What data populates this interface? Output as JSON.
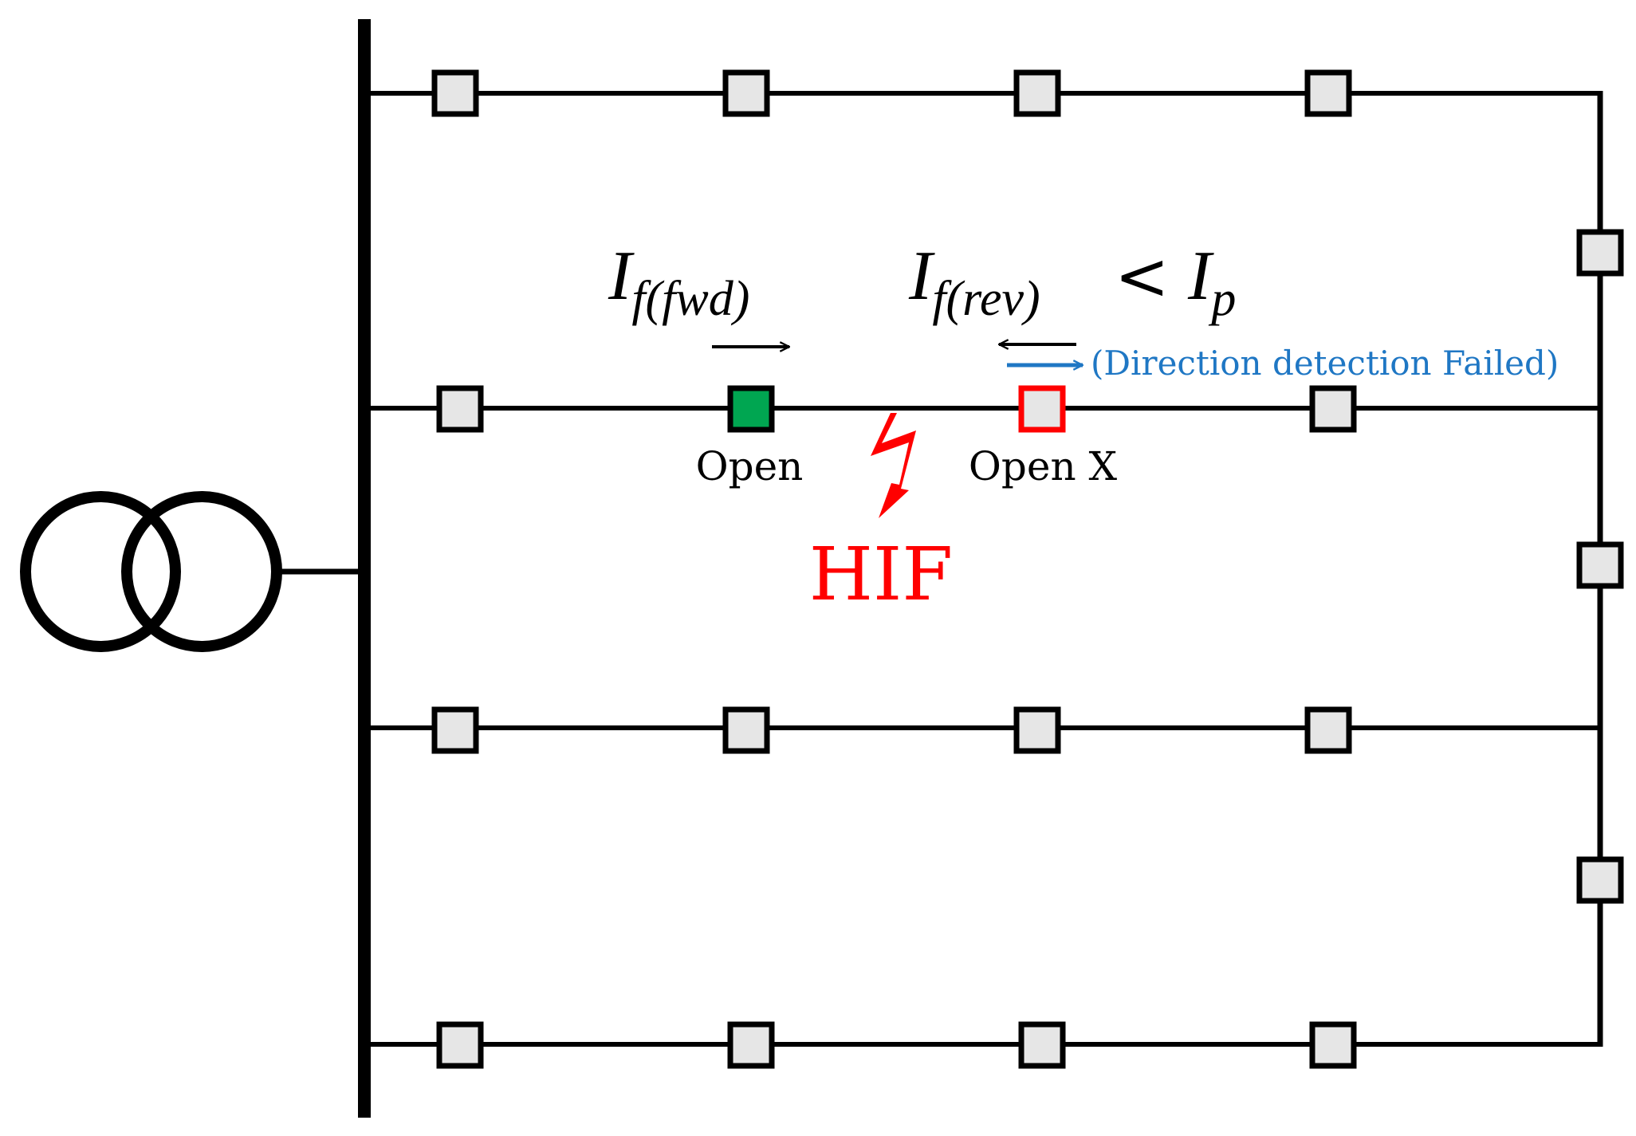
{
  "labels": {
    "forward_current": "I",
    "forward_current_sub": "f(fwd)",
    "reverse_current": "I",
    "reverse_current_sub": "f(rev)",
    "less_than": "<",
    "pickup_current": "I",
    "pickup_current_sub": "p",
    "direction_note": "(Direction detection Failed)",
    "open_left": "Open",
    "open_right": "Open X",
    "fault": "HIF"
  },
  "colors": {
    "line": "#000000",
    "switch_fill": "#e6e6e6",
    "switch_open_success": "#00a651",
    "switch_open_failed_border": "#ff0000",
    "fault": "#ff0000",
    "direction_note": "#1f77c4"
  },
  "icons": {
    "transformer": "two-winding-transformer-icon",
    "fault": "lightning-bolt-icon"
  }
}
